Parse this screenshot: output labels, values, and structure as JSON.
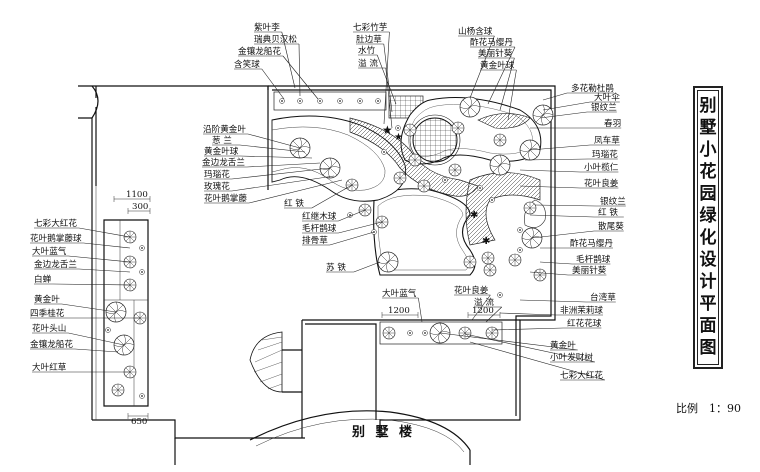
{
  "title": {
    "text": "别墅小花园绿化设计平面图",
    "chars": [
      "别",
      "墅",
      "小",
      "花",
      "园",
      "绿",
      "化",
      "设",
      "计",
      "平",
      "面",
      "图"
    ]
  },
  "scale_label": "比例　1：90",
  "building_label": "别 墅 楼",
  "dimensions": {
    "left_top": "1100",
    "left_sub": "300",
    "left_bottom": "650",
    "bottom_left": "1200",
    "bottom_right": "1200"
  },
  "labels_top": [
    {
      "id": "t1",
      "text": "紫叶李"
    },
    {
      "id": "t2",
      "text": "瑞典贝汉松"
    },
    {
      "id": "t3",
      "text": "金镶龙船花"
    },
    {
      "id": "t4",
      "text": "含笑球"
    },
    {
      "id": "t5",
      "text": "七彩竹芋"
    },
    {
      "id": "t6",
      "text": "肚边草"
    },
    {
      "id": "t7",
      "text": "水竹"
    },
    {
      "id": "t8",
      "text": "溢 流"
    },
    {
      "id": "t9",
      "text": "山杨含球"
    },
    {
      "id": "t10",
      "text": "酢花马缨丹"
    },
    {
      "id": "t11",
      "text": "美丽针葵"
    },
    {
      "id": "t12",
      "text": "黄金叶球"
    }
  ],
  "labels_left_center": [
    {
      "id": "c1",
      "text": "沿阶黄金叶"
    },
    {
      "id": "c2",
      "text": "葱 兰"
    },
    {
      "id": "c3",
      "text": "黄金叶球"
    },
    {
      "id": "c4",
      "text": "金边龙舌兰"
    },
    {
      "id": "c5",
      "text": "玛瑙花"
    },
    {
      "id": "c6",
      "text": "玫瑰花"
    },
    {
      "id": "c7",
      "text": "花叶鹅掌藤"
    },
    {
      "id": "c8",
      "text": "红 铁"
    },
    {
      "id": "c9",
      "text": "红继木球"
    },
    {
      "id": "c10",
      "text": "毛杆鹊球"
    },
    {
      "id": "c11",
      "text": "排骨草"
    },
    {
      "id": "c12",
      "text": "苏 铁"
    }
  ],
  "labels_left_strip": [
    {
      "id": "l1",
      "text": "七彩大红花"
    },
    {
      "id": "l2",
      "text": "花叶鹅掌藤球"
    },
    {
      "id": "l3",
      "text": "大叶蓝气"
    },
    {
      "id": "l4",
      "text": "金边龙舌兰"
    },
    {
      "id": "l5",
      "text": "白蝉"
    },
    {
      "id": "l6",
      "text": "黄金叶"
    },
    {
      "id": "l7",
      "text": "四季桂花"
    },
    {
      "id": "l8",
      "text": "花叶头山"
    },
    {
      "id": "l9",
      "text": "金镶龙船花"
    },
    {
      "id": "l10",
      "text": "大叶红草"
    }
  ],
  "labels_right": [
    {
      "id": "r1",
      "text": "多花勒杜鹃"
    },
    {
      "id": "r2",
      "text": "大叶伞"
    },
    {
      "id": "r3",
      "text": "银纹兰"
    },
    {
      "id": "r4",
      "text": "春羽"
    },
    {
      "id": "r5",
      "text": "凤车草"
    },
    {
      "id": "r6",
      "text": "玛瑙花"
    },
    {
      "id": "r7",
      "text": "小叶榄仁"
    },
    {
      "id": "r8",
      "text": "花叶良姜"
    },
    {
      "id": "r9",
      "text": "银纹兰"
    },
    {
      "id": "r10",
      "text": "红 铁"
    },
    {
      "id": "r11",
      "text": "散尾葵"
    },
    {
      "id": "r12",
      "text": "酢花马缨丹"
    },
    {
      "id": "r13",
      "text": "毛杆鹊球"
    },
    {
      "id": "r14",
      "text": "美丽针葵"
    },
    {
      "id": "r15",
      "text": "台湾草"
    },
    {
      "id": "r16",
      "text": "非洲茉莉球"
    },
    {
      "id": "r17",
      "text": "红花花球"
    }
  ],
  "labels_bottom": [
    {
      "id": "b1",
      "text": "大叶蓝气"
    },
    {
      "id": "b2",
      "text": "花叶良姜"
    },
    {
      "id": "b3",
      "text": "溢 流"
    },
    {
      "id": "b4",
      "text": "黄金叶"
    },
    {
      "id": "b5",
      "text": "小叶发财树"
    },
    {
      "id": "b6",
      "text": "七彩大红花"
    }
  ]
}
